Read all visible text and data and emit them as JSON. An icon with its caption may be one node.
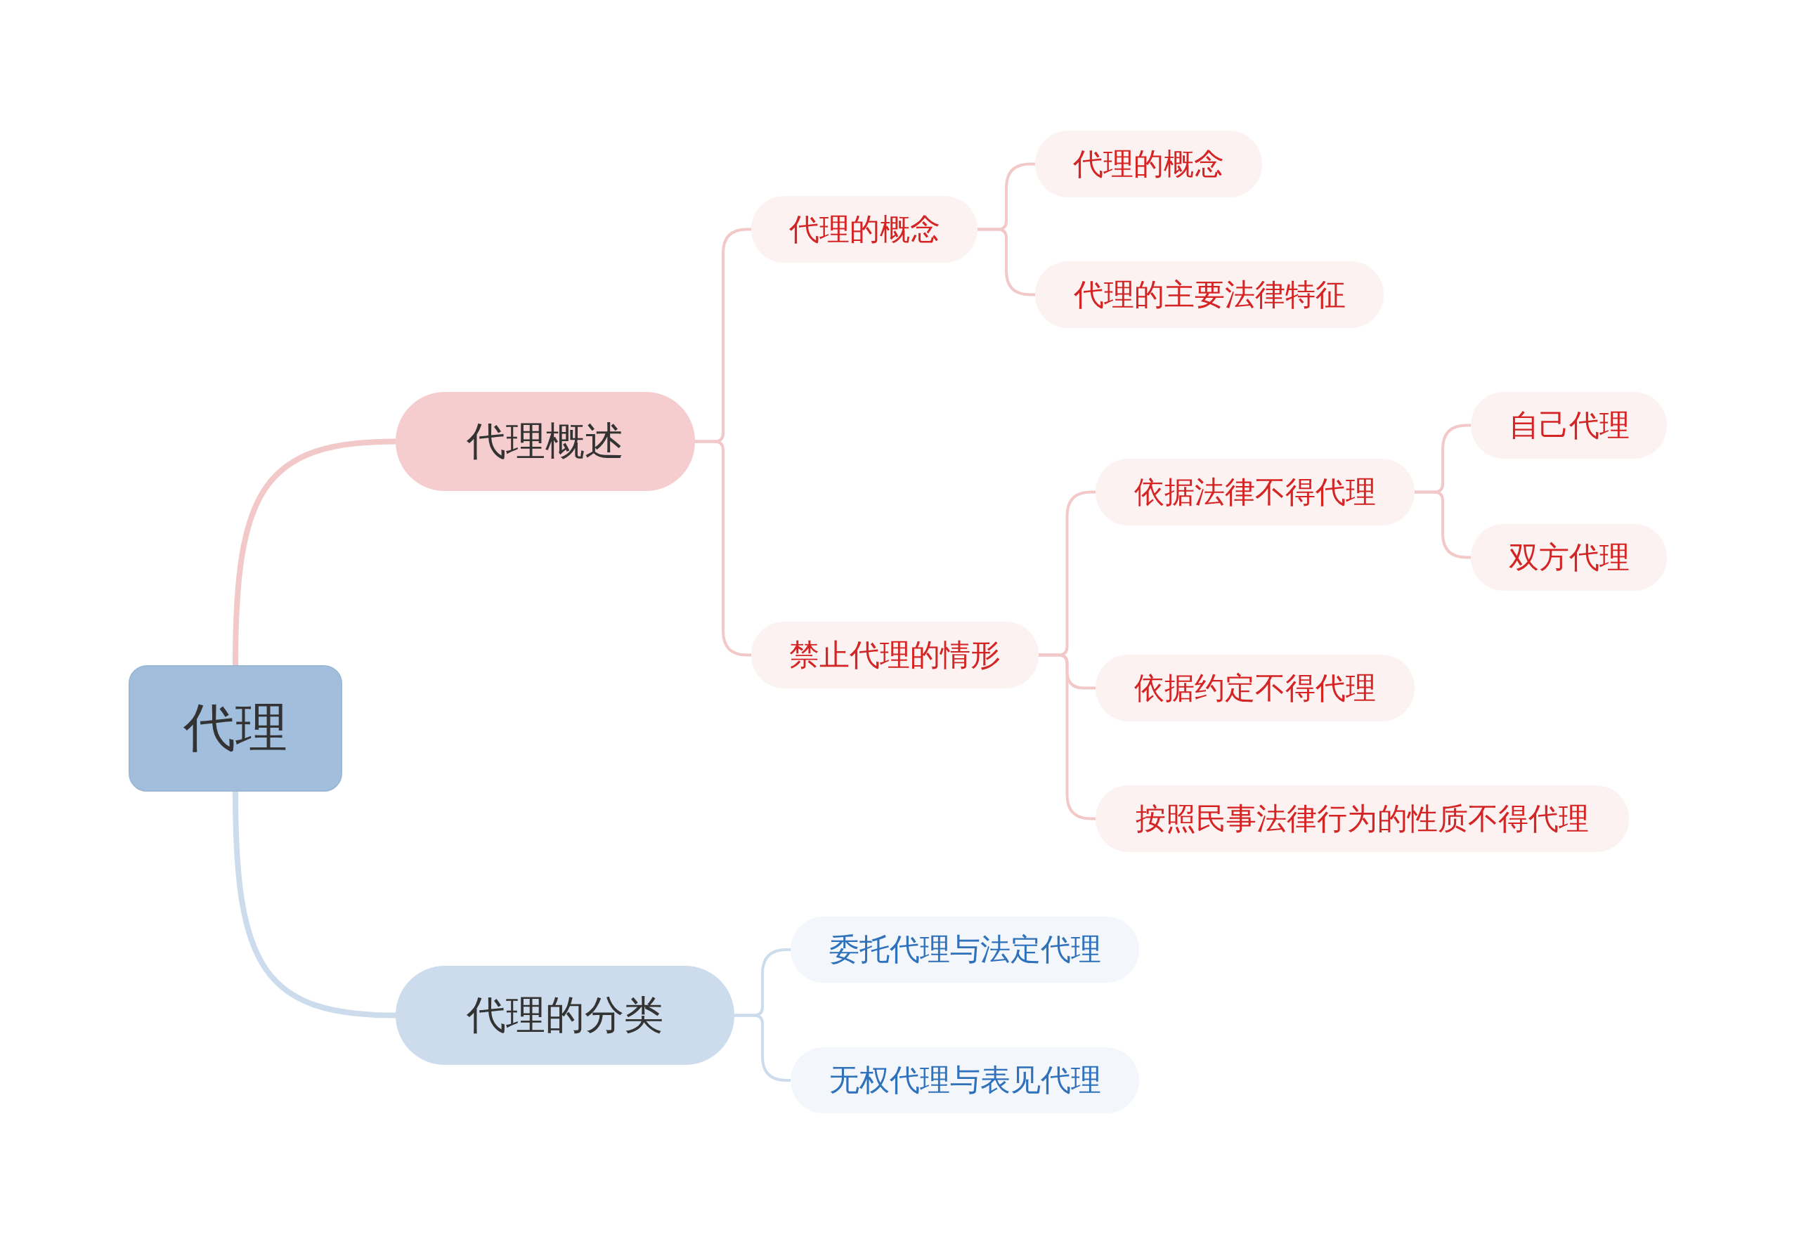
{
  "diagram": {
    "nodes": [
      {
        "text": [
          "代理"
        ]
      },
      {
        "text": [
          "代理概述"
        ]
      },
      {
        "text": [
          "代理的概念"
        ]
      },
      {
        "text": [
          "代理的概念"
        ]
      },
      {
        "text": [
          "代理的主要法律特征"
        ]
      },
      {
        "text": [
          "禁止代理的情形"
        ]
      },
      {
        "text": [
          "依据法律不得代理"
        ]
      },
      {
        "text": [
          "自己代理"
        ]
      },
      {
        "text": [
          "双方代理"
        ]
      },
      {
        "text": [
          "依据约定不得代理"
        ]
      },
      {
        "text": [
          "按照民事法律行为的性质不得代理"
        ]
      },
      {
        "text": [
          "代理的分类"
        ]
      },
      {
        "text": [
          "委托代理与法定代理"
        ]
      },
      {
        "text": [
          "无权代理与表见代理"
        ]
      }
    ],
    "edges": [
      {
        "from": 0,
        "to": 1,
        "arrow": "none",
        "style": "thick"
      },
      {
        "from": 0,
        "to": 11,
        "arrow": "none",
        "style": "thick",
        "color": "#ccdcec"
      },
      {
        "from": 1,
        "to": 2,
        "arrow": "none"
      },
      {
        "from": 1,
        "to": 5,
        "arrow": "none"
      },
      {
        "from": 2,
        "to": 3,
        "arrow": "none"
      },
      {
        "from": 2,
        "to": 4,
        "arrow": "none"
      },
      {
        "from": 5,
        "to": 6,
        "arrow": "none"
      },
      {
        "from": 5,
        "to": 9,
        "arrow": "none"
      },
      {
        "from": 5,
        "to": 10,
        "arrow": "none"
      },
      {
        "from": 6,
        "to": 7,
        "arrow": "none"
      },
      {
        "from": 6,
        "to": 8,
        "arrow": "none"
      },
      {
        "from": 11,
        "to": 12,
        "arrow": "none",
        "color": "#ccdcec"
      },
      {
        "from": 11,
        "to": 13,
        "arrow": "none",
        "color": "#ccdcec"
      }
    ]
  }
}
